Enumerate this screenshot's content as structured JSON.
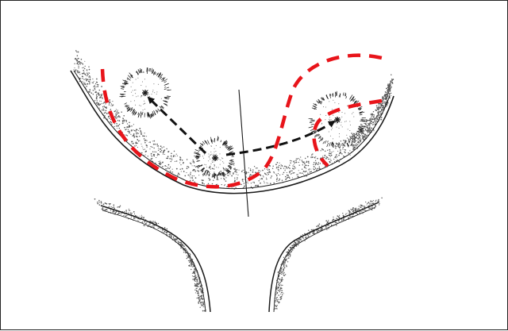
{
  "diagram": {
    "colors": {
      "background": "#ffffff",
      "outline": "#1a1a1a",
      "stipple": "#5a5a5a",
      "migration_path": "#111111",
      "boundary": "#e8141a"
    },
    "nodes": [
      {
        "id": "left-hub",
        "icon": "asterisk-center"
      },
      {
        "id": "bottom-hub",
        "icon": "asterisk-center"
      },
      {
        "id": "right-hub",
        "icon": "asterisk-center"
      }
    ],
    "arrows": [
      {
        "from": "bottom-hub",
        "to": "left-hub",
        "style": "black-dashed"
      },
      {
        "from": "bottom-hub",
        "to": "right-hub",
        "style": "black-dashed"
      }
    ]
  }
}
